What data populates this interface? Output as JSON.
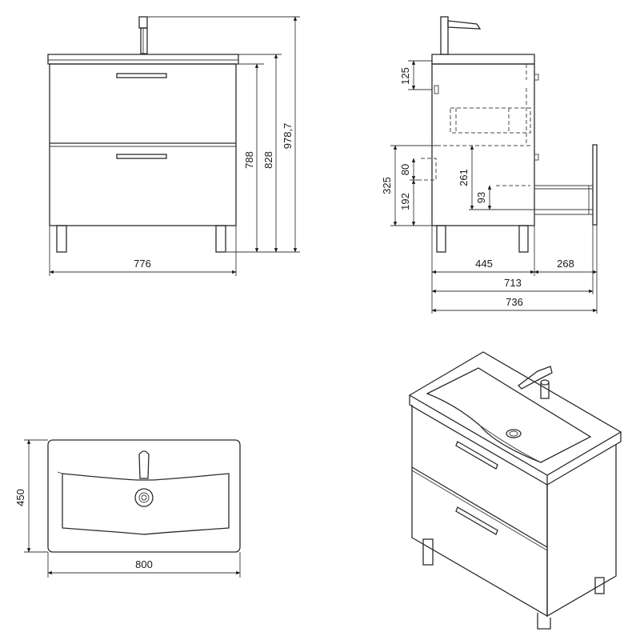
{
  "dimensions": {
    "front_width": "776",
    "front_height_cabinet": "788",
    "front_height_sink": "828",
    "front_height_total": "978,7",
    "side_top_drawer": "125",
    "side_lower_gap": "80",
    "side_lower_section": "325",
    "side_lower_drawer": "192",
    "side_drawer_depth_h": "261",
    "side_handle_h": "93",
    "side_body_depth": "445",
    "side_drawer_out": "268",
    "side_depth": "713",
    "side_depth_total": "736",
    "top_depth": "450",
    "top_width": "800"
  }
}
